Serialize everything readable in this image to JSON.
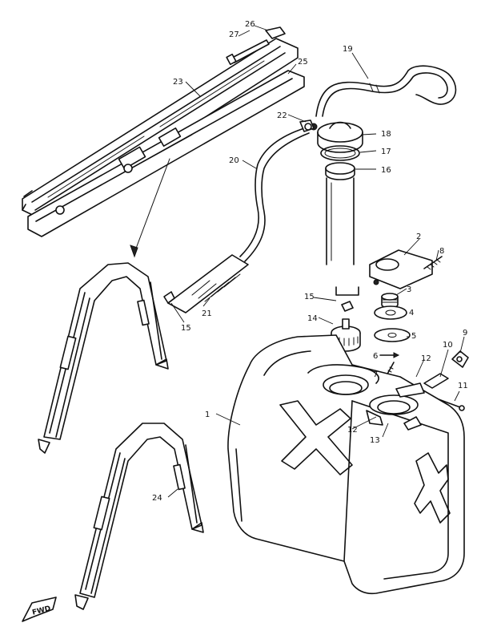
{
  "callouts": {
    "c1": "1",
    "c2": "2",
    "c3": "3",
    "c4": "4",
    "c5": "5",
    "c6": "6",
    "c7": "7",
    "c8": "8",
    "c9": "9",
    "c10": "10",
    "c11": "11",
    "c12a": "12",
    "c12b": "12",
    "c13": "13",
    "c14": "14",
    "c15a": "15",
    "c15b": "15",
    "c16": "16",
    "c17": "17",
    "c18": "18",
    "c19": "19",
    "c20": "20",
    "c21": "21",
    "c22": "22",
    "c23": "23",
    "c24": "24",
    "c25": "25",
    "c26": "26",
    "c27": "27"
  },
  "forward_marker": "FWD"
}
